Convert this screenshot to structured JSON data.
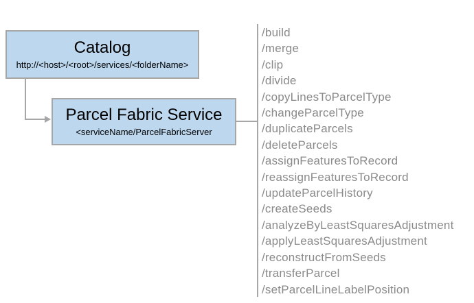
{
  "diagram": {
    "catalog_box": {
      "title": "Catalog",
      "subtitle": "http://<host>/<root>/services/<folderName>"
    },
    "service_box": {
      "title": "Parcel Fabric Service",
      "subtitle": "<serviceName/ParcelFabricServer"
    },
    "operations": [
      "/build",
      "/merge",
      "/clip",
      "/divide",
      "/copyLinesToParcelType",
      "/changeParcelType",
      "/duplicateParcels",
      "/deleteParcels",
      "/assignFeaturesToRecord",
      "/reassignFeaturesToRecord",
      "/updateParcelHistory",
      "/createSeeds",
      "/analyzeByLeastSquaresAdjustment",
      "/applyLeastSquaresAdjustment",
      "/reconstructFromSeeds",
      "/transferParcel",
      "/setParcelLineLabelPosition"
    ],
    "colors": {
      "box_fill": "#bdd7ee",
      "box_border": "#a6a6a6",
      "connector": "#a6a6a6",
      "operation_text": "#8a8a8a",
      "box_text": "#000000",
      "background": "#ffffff"
    }
  }
}
